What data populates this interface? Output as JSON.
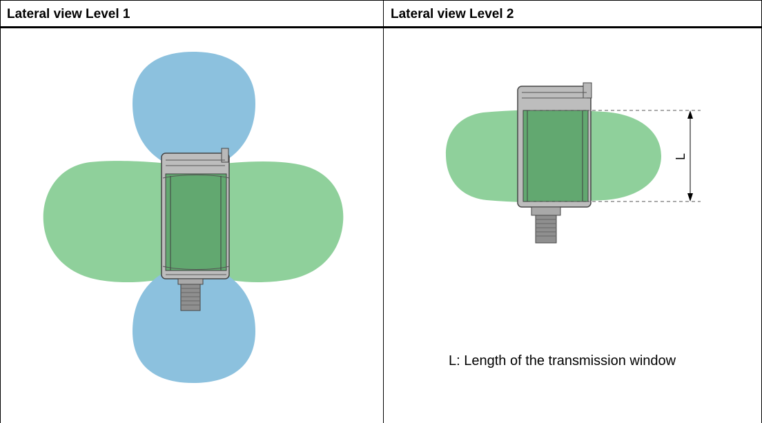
{
  "headers": {
    "level1": "Lateral view Level 1",
    "level2": "Lateral view Level 2"
  },
  "dimension_label": "L",
  "caption": "L: Length of the transmission window",
  "colors": {
    "blue_lobe": "#8cc1de",
    "green_lobe": "#8fd09b",
    "green_overlap": "#62a870",
    "device_gray": "#b9b9b9",
    "outline": "#444444"
  }
}
